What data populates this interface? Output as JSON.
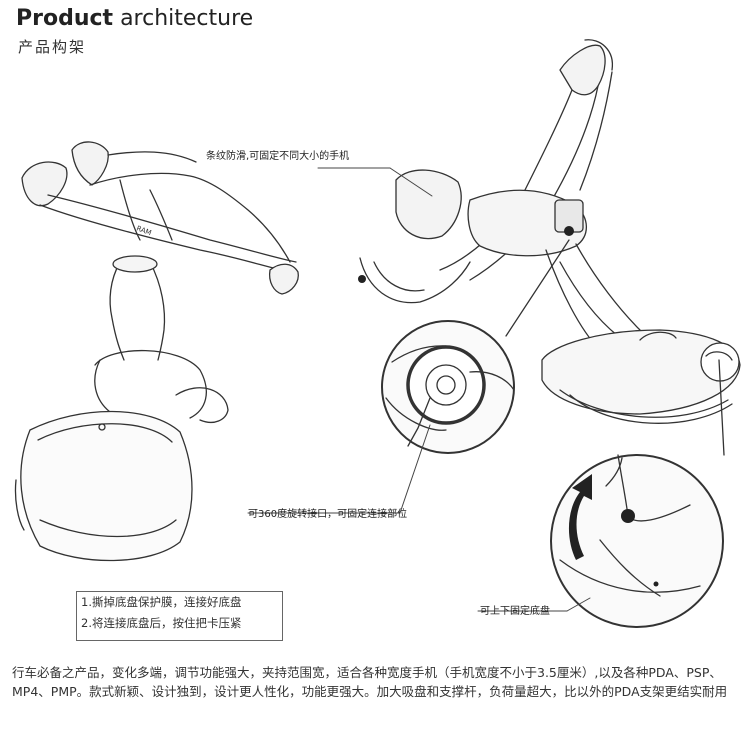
{
  "heading": {
    "bold": "Product",
    "light": "architecture",
    "subtitle": "产品构架"
  },
  "callouts": {
    "anti_slip": "条纹防滑,可固定不同大小的手机",
    "rotate_joint": "可360度旋转接口，可固定连接部位",
    "fixed_base": "可上下固定底盘"
  },
  "instructions": [
    "1.撕掉底盘保护膜，连接好底盘",
    "2.将连接底盘后，按住把卡压紧"
  ],
  "description": "行车必备之产品，变化多端，调节功能强大，夹持范围宽，适合各种宽度手机（手机宽度不小于3.5厘米）,以及各种PDA、PSP、MP4、PMP。款式新颖、设计独到，设计更人性化，功能更强大。加大吸盘和支撑杆，负荷量超大，比以外的PDA支架更结实耐用"
}
